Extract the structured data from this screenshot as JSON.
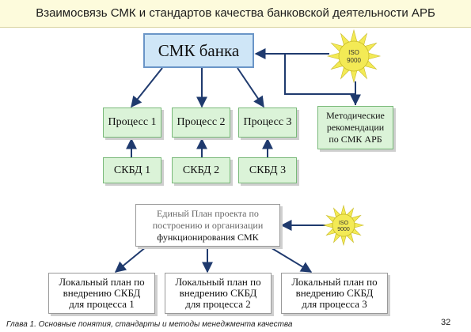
{
  "title": "Взаимосвязь СМК и стандартов качества банковской деятельности АРБ",
  "smk_box": "СМК банка",
  "processes": [
    "Процесс 1",
    "Процесс 2",
    "Процесс 3"
  ],
  "skbd": [
    "СКБД 1",
    "СКБД 2",
    "СКБД 3"
  ],
  "method_box": [
    "Методические",
    "рекомендации",
    "по СМК АРБ"
  ],
  "iso_badge": {
    "line1": "ISO",
    "line2": "9000"
  },
  "plan_box": [
    "Единый План проекта по",
    "построению и организации",
    "функционирования СМК"
  ],
  "local_plans": [
    [
      "Локальный план по",
      "внедрению СКБД",
      "для процесса 1"
    ],
    [
      "Локальный план по",
      "внедрению СКБД",
      "для процесса 2"
    ],
    [
      "Локальный план по",
      "внедрению СКБД",
      "для процесса 3"
    ]
  ],
  "footer": {
    "chapter": "Глава 1. Основные понятия, стандарты  и методы менеджмента качества",
    "page": "32"
  },
  "colors": {
    "title_bg": "#fdfbdc",
    "smk_fill": "#cfe6f7",
    "process_fill": "#dbf3d8",
    "arrow": "#1f3a6e",
    "sun": "#f3ea55"
  }
}
